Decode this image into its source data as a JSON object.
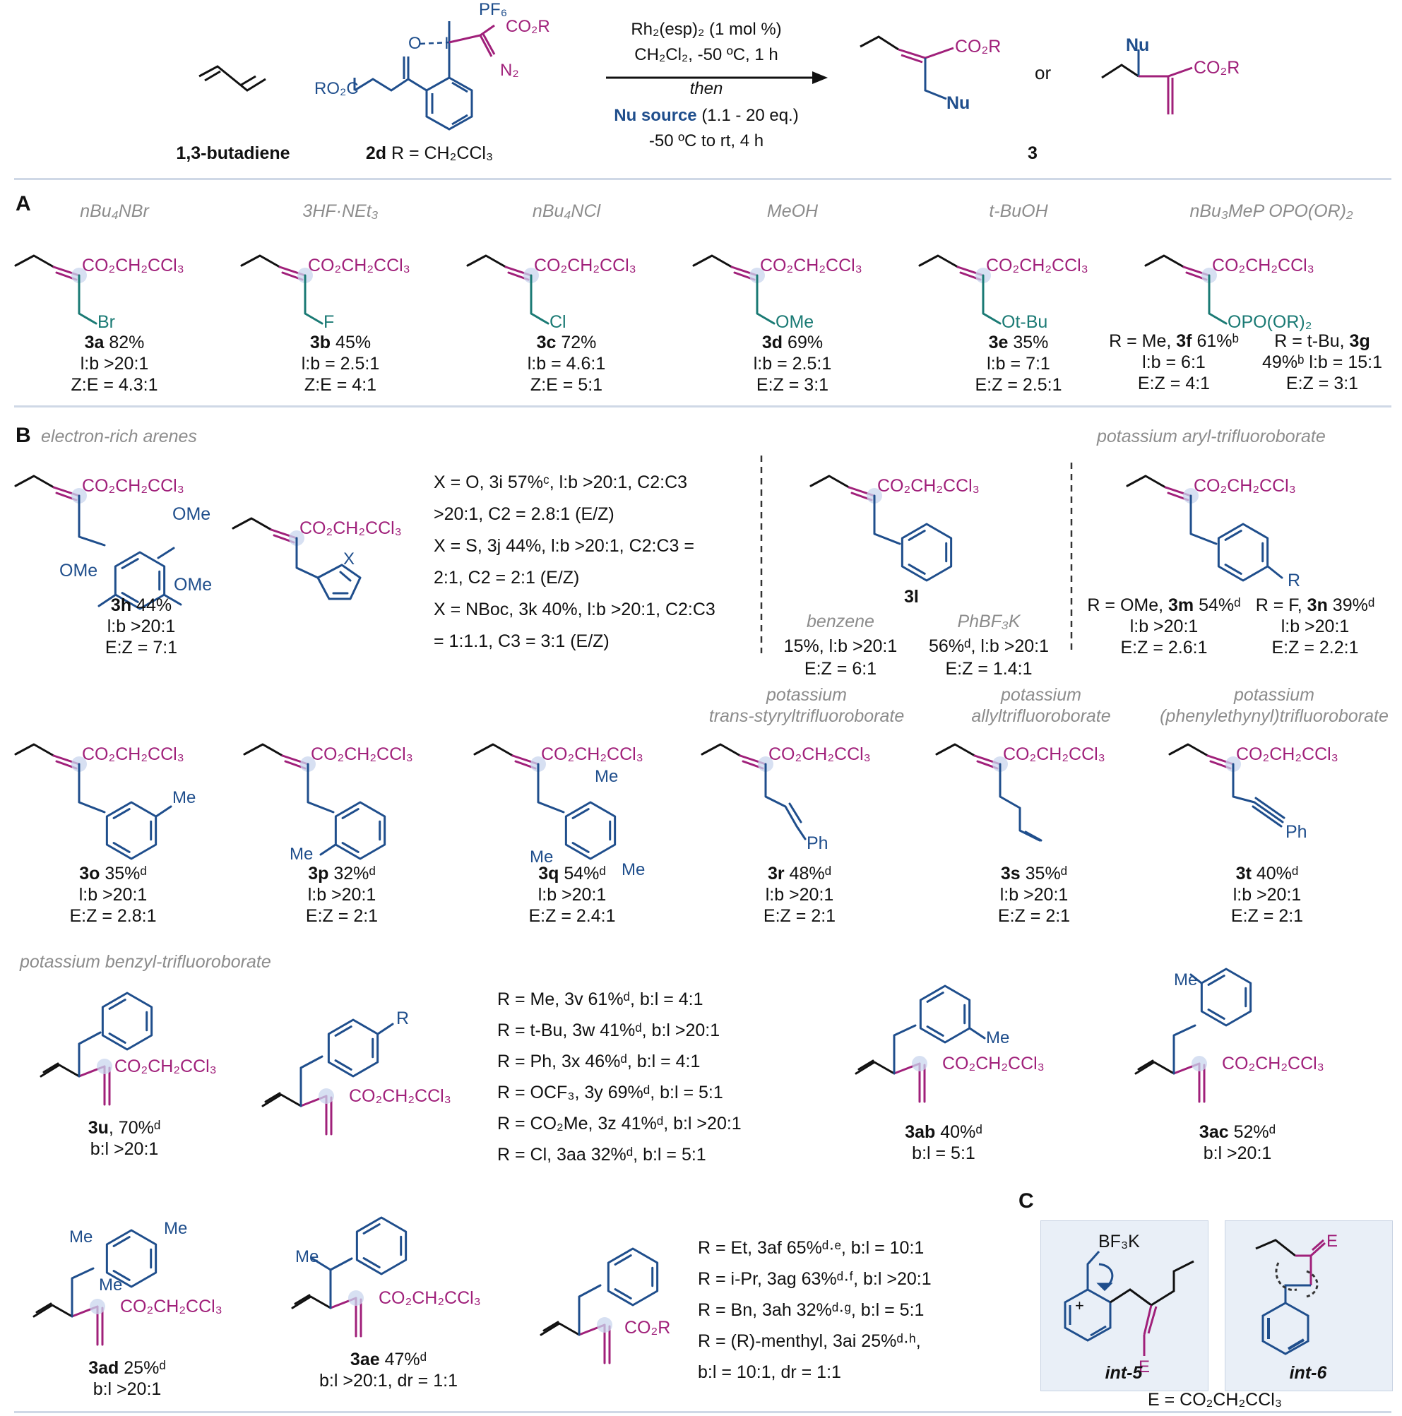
{
  "scheme": {
    "reagent1_label": "1,3-butadiene",
    "reagent2_label_bold": "2d",
    "reagent2_label_rest": " R = CH₂CCl₃",
    "reagent2_PF6": "PF₆",
    "reagent2_CO2R": "CO₂R",
    "reagent2_N2": "N₂",
    "reagent2_O": "O",
    "reagent2_I": "I",
    "reagent2_RO2C": "RO₂C",
    "conditions": {
      "line1": "Rh₂(esp)₂ (1 mol %)",
      "line2": "CH₂Cl₂, -50 ºC, 1 h",
      "line3": "then",
      "line4_bold": "Nu source",
      "line4_rest": " (1.1 - 20 eq.)",
      "line5": "-50 ºC to rt, 4 h"
    },
    "product_label": "3",
    "or_text": "or",
    "nu": "Nu",
    "co2r": "CO₂R"
  },
  "sections": {
    "A": "A",
    "B": "B",
    "C": "C"
  },
  "groupA": [
    {
      "header": "nBu₄NBr",
      "sub": "Br",
      "id": "3a",
      "yield": " 82%",
      "lines": [
        "l:b >20:1",
        "Z:E = 4.3:1"
      ]
    },
    {
      "header": "3HF·NEt₃",
      "sub": "F",
      "id": "3b",
      "yield": " 45%",
      "lines": [
        "l:b = 2.5:1",
        "Z:E = 4:1"
      ]
    },
    {
      "header": "nBu₄NCl",
      "sub": "Cl",
      "id": "3c",
      "yield": " 72%",
      "lines": [
        "l:b = 4.6:1",
        "Z:E = 5:1"
      ]
    },
    {
      "header": "MeOH",
      "sub": "OMe",
      "id": "3d",
      "yield": " 69%",
      "lines": [
        "l:b = 2.5:1",
        "E:Z = 3:1"
      ]
    },
    {
      "header": "t-BuOH",
      "sub": "Ot-Bu",
      "id": "3e",
      "yield": " 35%",
      "lines": [
        "l:b = 7:1",
        "E:Z = 2.5:1"
      ]
    }
  ],
  "groupA_phos": {
    "header": "nBu₃MeP OPO(OR)₂",
    "sub": "OPO(OR)₂",
    "left": {
      "pre": "R = Me, ",
      "id": "3f",
      "yield": "  61%ᵇ",
      "lines": [
        "l:b = 6:1",
        "E:Z = 4:1"
      ]
    },
    "right": {
      "pre": "R = t-Bu, ",
      "id": "3g",
      "yield_line": "49%ᵇ l:b = 15:1",
      "lines": [
        "E:Z = 3:1"
      ]
    }
  },
  "ester": "CO₂CH₂CCl₃",
  "groupB": {
    "header_left": "electron-rich arenes",
    "header_right": "potassium aryl-trifluoroborate",
    "h": {
      "id": "3h",
      "yield": " 44%",
      "lines": [
        "l:b >20:1",
        "E:Z = 7:1"
      ],
      "ome": "OMe"
    },
    "heteroaryl_X": "X",
    "heteroaryl_rows": [
      "X  =  O,  3i  57%ᶜ,  l:b  >20:1,  C2:C3",
      ">20:1, C2 = 2.8:1 (E/Z)",
      "X = S, 3j 44%, l:b >20:1, C2:C3 =",
      "2:1, C2 = 2:1 (E/Z)",
      "X = NBoc, 3k 40%, l:b >20:1, C2:C3",
      "= 1:1.1, C3 = 3:1 (E/Z)"
    ],
    "l": {
      "id": "3l",
      "left_hdr": "benzene",
      "left_lines": [
        "15%, l:b >20:1",
        "E:Z = 6:1"
      ],
      "right_hdr": "PhBF₃K",
      "right_lines": [
        "56%ᵈ, l:b >20:1",
        "E:Z = 1.4:1"
      ]
    },
    "m": {
      "pre": "R = OMe, ",
      "id": "3m",
      "yield": " 54%ᵈ",
      "lines": [
        "l:b >20:1",
        "E:Z = 2.6:1"
      ]
    },
    "n": {
      "pre": "R = F, ",
      "id": "3n",
      "yield": " 39%ᵈ",
      "lines": [
        "l:b >20:1",
        "E:Z = 2.2:1"
      ]
    },
    "aryl_R": "R"
  },
  "row3": [
    {
      "id": "3o",
      "yield": " 35%ᵈ",
      "lines": [
        "l:b >20:1",
        "E:Z = 2.8:1"
      ],
      "sub": "Me"
    },
    {
      "id": "3p",
      "yield": " 32%ᵈ",
      "lines": [
        "l:b >20:1",
        "E:Z = 2:1"
      ],
      "sub": "Me"
    },
    {
      "id": "3q",
      "yield": " 54%ᵈ",
      "lines": [
        "l:b >20:1",
        "E:Z = 2.4:1"
      ],
      "sub": "Me"
    },
    {
      "id": "3r",
      "yield": " 48%ᵈ",
      "lines": [
        "l:b >20:1",
        "E:Z = 2:1"
      ],
      "sub": "Ph",
      "hdr": [
        "potassium",
        "trans-styryltrifluoroborate"
      ]
    },
    {
      "id": "3s",
      "yield": " 35%ᵈ",
      "lines": [
        "l:b >20:1",
        "E:Z = 2:1"
      ],
      "hdr": [
        "potassium",
        "allyltrifluoroborate"
      ]
    },
    {
      "id": "3t",
      "yield": " 40%ᵈ",
      "lines": [
        "l:b >20:1",
        "E:Z = 2:1"
      ],
      "sub": "Ph",
      "hdr": [
        "potassium",
        "(phenylethynyl)trifluoroborate"
      ]
    }
  ],
  "benzyl": {
    "header": "potassium benzyl-trifluoroborate",
    "u": {
      "id": "3u",
      "yield": ", 70%ᵈ",
      "lines": [
        "b:l >20:1"
      ]
    },
    "list_R": "R",
    "list": [
      "R = Me, 3v 61%ᵈ, b:l = 4:1",
      "R = t-Bu, 3w 41%ᵈ, b:l >20:1",
      "R = Ph, 3x 46%ᵈ, b:l = 4:1",
      "R = OCF₃, 3y 69%ᵈ, b:l = 5:1",
      "R = CO₂Me, 3z 41%ᵈ, b:l >20:1",
      "R = Cl, 3aa 32%ᵈ, b:l = 5:1"
    ],
    "ab": {
      "id": "3ab",
      "yield": " 40%ᵈ",
      "lines": [
        "b:l = 5:1"
      ],
      "sub": "Me"
    },
    "ac": {
      "id": "3ac",
      "yield": " 52%ᵈ",
      "lines": [
        "b:l >20:1"
      ],
      "sub": "Me"
    }
  },
  "last": {
    "ad": {
      "id": "3ad",
      "yield": " 25%ᵈ",
      "lines": [
        "b:l >20:1"
      ],
      "me": "Me"
    },
    "ae": {
      "id": "3ae",
      "yield": " 47%ᵈ",
      "lines": [
        "b:l >20:1, dr = 1:1"
      ],
      "me": "Me"
    },
    "list": [
      "R = Et, 3af 65%ᵈ·ᵉ, b:l = 10:1",
      "R = i-Pr, 3ag 63%ᵈ·ᶠ, b:l >20:1",
      "R = Bn, 3ah 32%ᵈ·ᵍ, b:l = 5:1",
      "R = (R)-menthyl, 3ai 25%ᵈ·ʰ,",
      "b:l = 10:1, dr = 1:1"
    ]
  },
  "partC": {
    "int5": "int-5",
    "int6": "int-6",
    "bf3k": "BF₃K",
    "E": "E",
    "plus": "+",
    "legend": "E = CO₂CH₂CCl₃"
  },
  "colors": {
    "blue": "#1f4e8c",
    "magenta": "#a0207a",
    "teal": "#1a7a74",
    "gray": "#8c8c8c",
    "black": "#111111",
    "box": "#e9eff7",
    "rule": "#cfd8e6"
  }
}
